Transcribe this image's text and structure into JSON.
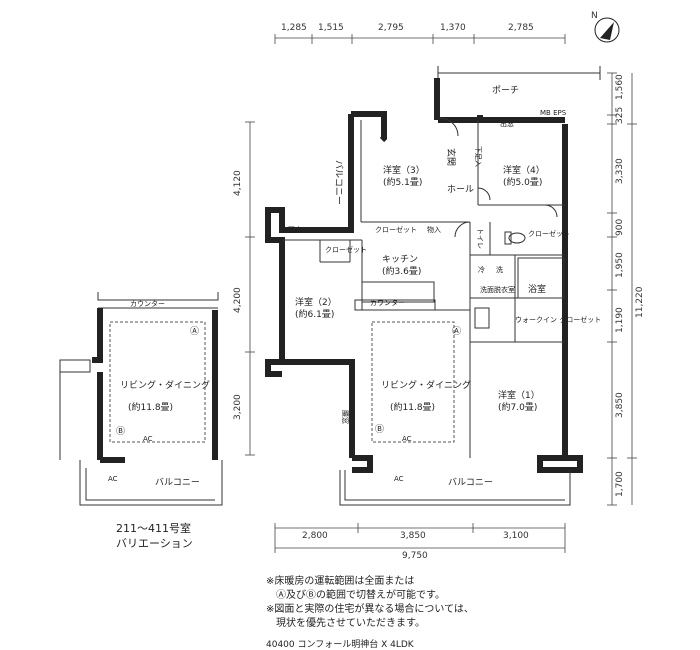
{
  "dimensions": {
    "top": [
      "1,285",
      "1,515",
      "2,795",
      "1,370",
      "2,785"
    ],
    "bottom": [
      "2,800",
      "3,850",
      "3,100"
    ],
    "bottom_total": "9,750",
    "right": [
      "1,560",
      "325",
      "3,330",
      "900",
      "1,950",
      "1,190",
      "3,850",
      "1,700"
    ],
    "right_total": "11,220",
    "left": [
      "4,120",
      "4,200",
      "3,200"
    ]
  },
  "rooms": {
    "porch": "ポーチ",
    "mb_eps": "MB EPS",
    "demado": "出窓",
    "genkan": "玄関",
    "shoes": "下足入",
    "hall": "ホール",
    "western3": "洋室（3）",
    "western3_size": "(約5.1畳)",
    "western4": "洋室（4）",
    "western4_size": "(約5.0畳)",
    "balcony_side": "バルコニー",
    "closet": "クローゼット",
    "storage": "物入",
    "toilet": "トイレ",
    "closet2": "クローゼット",
    "clo": "クローゼット",
    "kitchen": "キッチン",
    "kitchen_size": "(約3.6畳)",
    "washroom": "洗面脱衣室",
    "wash": "洗",
    "reizo": "冷",
    "bath": "浴室",
    "western2": "洋室（2）",
    "western2_size": "(約6.1畳)",
    "counter": "カウンター",
    "walkin": "ウォークイン クローゼット",
    "living": "リビング・ダイニング",
    "living_size": "(約11.8畳)",
    "western1": "洋室（1）",
    "western1_size": "(約7.0畳)",
    "balcony": "バルコニー",
    "ac": "AC",
    "mark_a": "Ⓐ",
    "mark_b": "Ⓑ",
    "danro": "暖房",
    "tomado": "腰窓"
  },
  "variation": {
    "counter": "カウンター",
    "living": "リビング・ダイニング",
    "living_size": "(約11.8畳)",
    "balcony": "バルコニー",
    "ac": "AC",
    "caption1": "211～411号室",
    "caption2": "バリエーション"
  },
  "notes": [
    "※床暖房の運転範囲は全面または",
    "Ⓐ及びⒷの範囲で切替えが可能です。",
    "※図面と実際の住宅が異なる場合については、",
    "現状を優先させていただきます。"
  ],
  "footer": "40400 コンフォール明神台 X 4LDK",
  "compass": "N"
}
